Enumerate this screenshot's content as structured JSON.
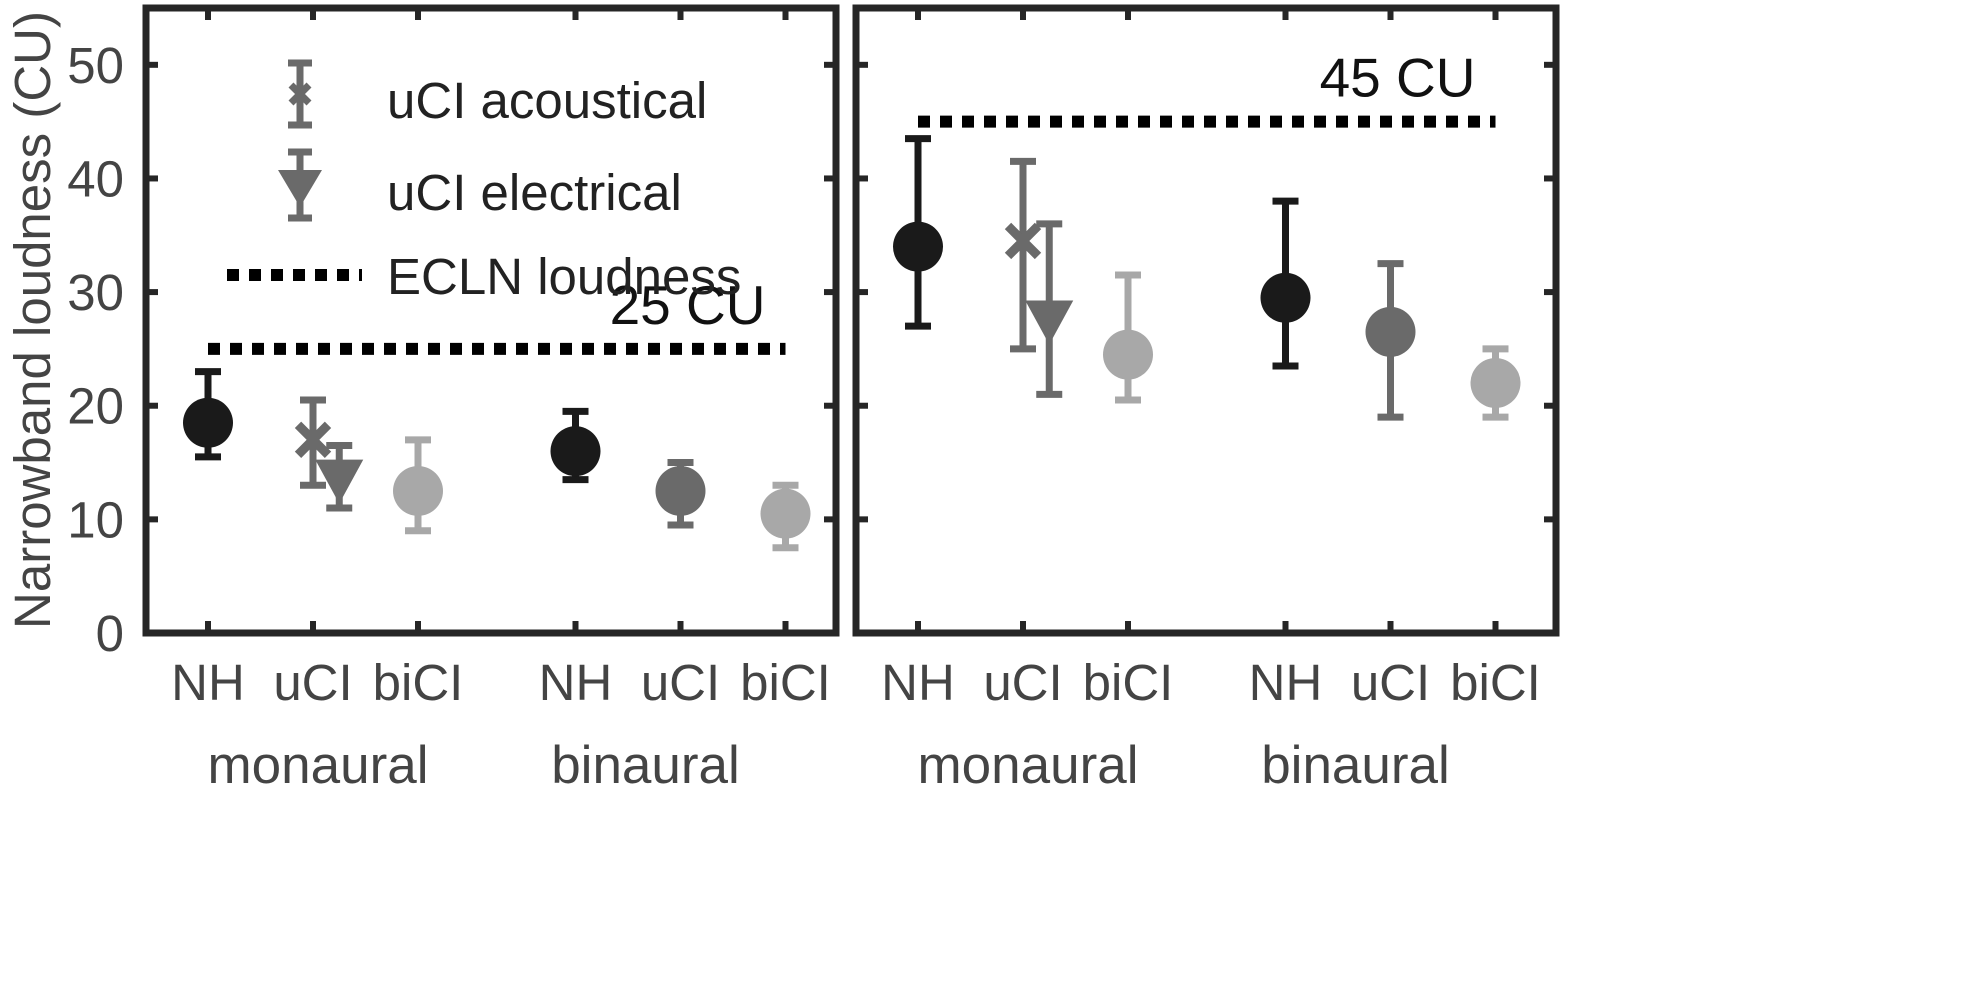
{
  "chart_data": {
    "type": "scatter",
    "ylabel": "Narrowband loudness (CU)",
    "ylim": [
      0,
      55
    ],
    "yticks": [
      "0",
      "10",
      "20",
      "30",
      "40",
      "50"
    ],
    "tick_labels": [
      "NH",
      "uCI",
      "biCI",
      "NH",
      "uCI",
      "biCI"
    ],
    "group_labels": [
      "monaural",
      "binaural"
    ],
    "legend": {
      "placement": "top-left",
      "entries": [
        "uCI acoustical",
        "uCI electrical",
        "ECLN loudness"
      ]
    },
    "colors": {
      "NH": "#1a1a1a",
      "uCI": "#6a6a6a",
      "biCI": "#a8a8a8",
      "reference": "#000000"
    },
    "panels": [
      {
        "reference": {
          "value": 25,
          "label": "25 CU"
        },
        "points": [
          {
            "x": 1,
            "label": "NH",
            "series": "NH",
            "marker": "circle",
            "y": 18.5,
            "low": 15.5,
            "high": 23.0
          },
          {
            "x": 2,
            "label": "uCI",
            "series": "uCI acoustical",
            "marker": "x",
            "y": 17.0,
            "low": 13.0,
            "high": 20.5
          },
          {
            "x": 2.25,
            "label": "uCI",
            "series": "uCI electrical",
            "marker": "triangle",
            "y": 13.5,
            "low": 11.0,
            "high": 16.5
          },
          {
            "x": 3,
            "label": "biCI",
            "series": "biCI",
            "marker": "circle",
            "y": 12.5,
            "low": 9.0,
            "high": 17.0
          },
          {
            "x": 4.5,
            "label": "NH",
            "series": "NH",
            "marker": "circle",
            "y": 16.0,
            "low": 13.5,
            "high": 19.5
          },
          {
            "x": 5.5,
            "label": "uCI",
            "series": "uCI",
            "marker": "circle",
            "y": 12.5,
            "low": 9.5,
            "high": 15.0
          },
          {
            "x": 6.5,
            "label": "biCI",
            "series": "biCI",
            "marker": "circle",
            "y": 10.5,
            "low": 7.5,
            "high": 13.0
          }
        ]
      },
      {
        "reference": {
          "value": 45,
          "label": "45 CU"
        },
        "points": [
          {
            "x": 1,
            "label": "NH",
            "series": "NH",
            "marker": "circle",
            "y": 34.0,
            "low": 27.0,
            "high": 43.5
          },
          {
            "x": 2,
            "label": "uCI",
            "series": "uCI acoustical",
            "marker": "x",
            "y": 34.5,
            "low": 25.0,
            "high": 41.5
          },
          {
            "x": 2.25,
            "label": "uCI",
            "series": "uCI electrical",
            "marker": "triangle",
            "y": 27.5,
            "low": 21.0,
            "high": 36.0
          },
          {
            "x": 3,
            "label": "biCI",
            "series": "biCI",
            "marker": "circle",
            "y": 24.5,
            "low": 20.5,
            "high": 31.5
          },
          {
            "x": 4.5,
            "label": "NH",
            "series": "NH",
            "marker": "circle",
            "y": 29.5,
            "low": 23.5,
            "high": 38.0
          },
          {
            "x": 5.5,
            "label": "uCI",
            "series": "uCI",
            "marker": "circle",
            "y": 26.5,
            "low": 19.0,
            "high": 32.5
          },
          {
            "x": 6.5,
            "label": "biCI",
            "series": "biCI",
            "marker": "circle",
            "y": 22.0,
            "low": 19.0,
            "high": 25.0
          }
        ]
      }
    ]
  }
}
